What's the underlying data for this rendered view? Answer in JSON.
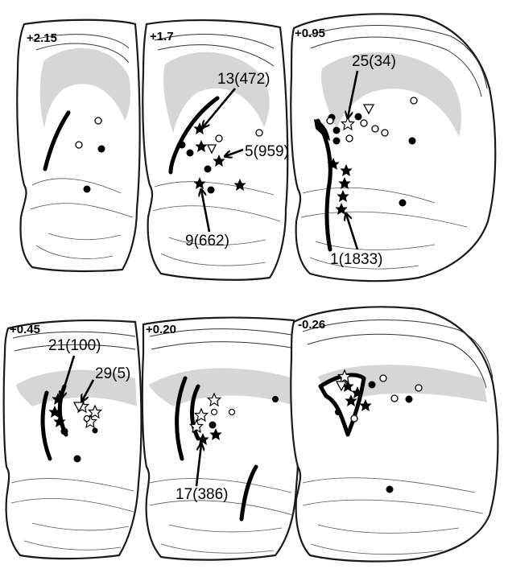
{
  "figure": {
    "sections": [
      {
        "coordinate": "+2.15"
      },
      {
        "coordinate": "+1.7"
      },
      {
        "coordinate": "+0.95"
      },
      {
        "coordinate": "+0.45"
      },
      {
        "coordinate": "+0.20"
      },
      {
        "coordinate": "-0.26"
      }
    ],
    "labels": {
      "l1": "13(472)",
      "l2": "5(959)",
      "l3": "9(662)",
      "l4": "25(34)",
      "l5": "1(1833)",
      "l6": "21(100)",
      "l7": "29(5)",
      "l8": "17(386)"
    },
    "symbols": [
      "filled-star",
      "open-star",
      "filled-circle",
      "open-circle",
      "open-triangle"
    ]
  }
}
